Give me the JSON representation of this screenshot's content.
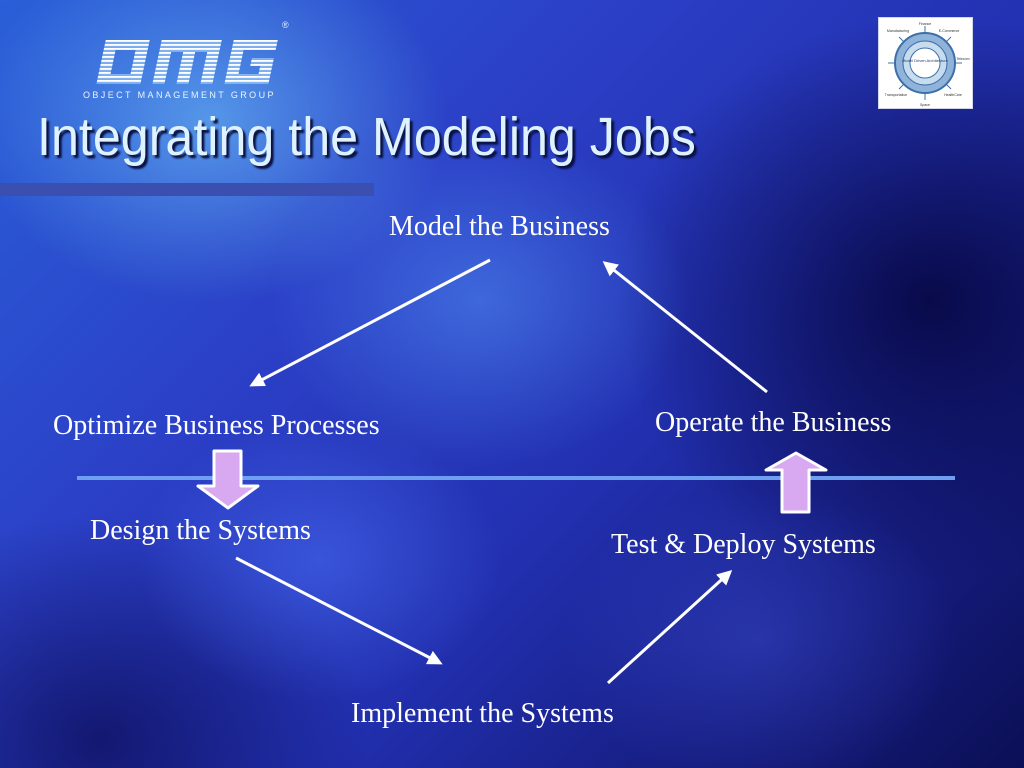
{
  "slide": {
    "title": "Integrating the Modeling Jobs",
    "logo": {
      "text": "OMG",
      "subtitle": "OBJECT MANAGEMENT GROUP",
      "registered_mark": "®"
    },
    "thumbnail": {
      "center_label": "Model Driven Architecture",
      "ring_labels": [
        "Finance",
        "E-Commerce",
        "Telecom",
        "HealthCare",
        "Space",
        "Transportation",
        "Manufacturing"
      ]
    }
  },
  "diagram": {
    "nodes": {
      "model": "Model the Business",
      "optimize": "Optimize Business Processes",
      "design": "Design the Systems",
      "implement": "Implement the Systems",
      "test": "Test & Deploy Systems",
      "operate": "Operate the Business"
    },
    "edges": [
      {
        "from": "Model the Business",
        "to": "Optimize Business Processes"
      },
      {
        "from": "Optimize Business Processes",
        "to": "Design the Systems"
      },
      {
        "from": "Design the Systems",
        "to": "Implement the Systems"
      },
      {
        "from": "Implement the Systems",
        "to": "Test & Deploy Systems"
      },
      {
        "from": "Test & Deploy Systems",
        "to": "Operate the Business"
      },
      {
        "from": "Operate the Business",
        "to": "Model the Business"
      }
    ]
  },
  "colors": {
    "arrow_fill": "#d8a8f0",
    "divider": "#6f9ff0",
    "title_text": "#dff2ff"
  }
}
